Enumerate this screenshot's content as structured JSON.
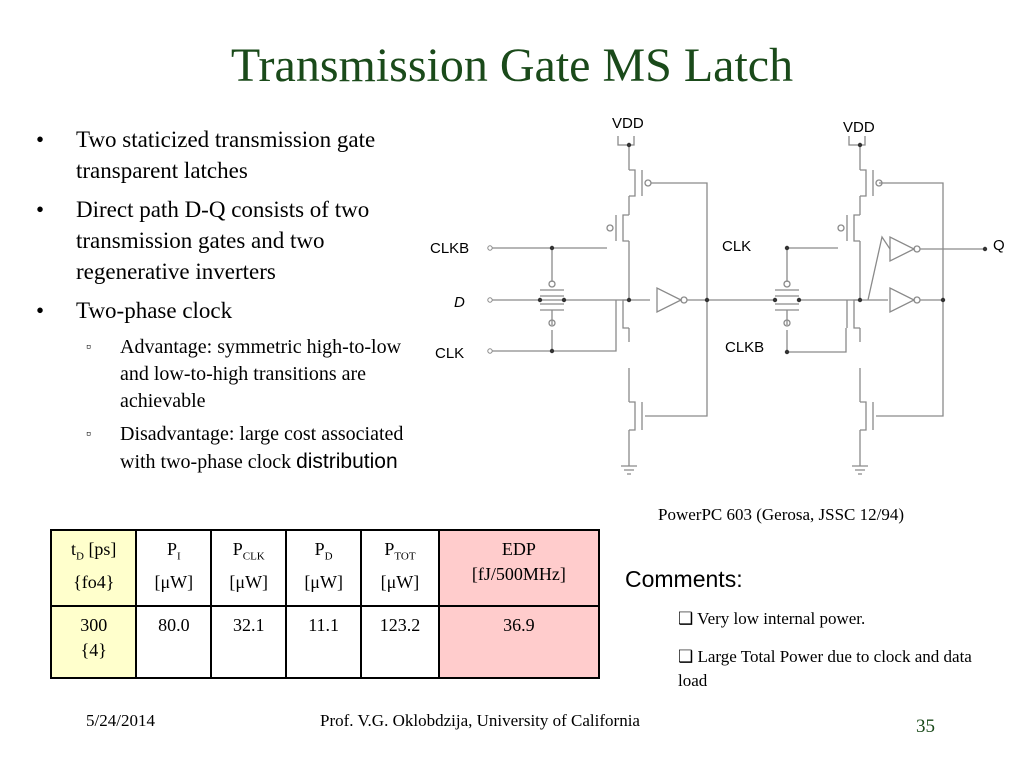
{
  "slide": {
    "title": "Transmission Gate MS Latch",
    "bullets": [
      {
        "text": "Two staticized transmission gate transparent latches"
      },
      {
        "text": "Direct path D-Q consists of two transmission gates and two regenerative inverters"
      },
      {
        "text": "Two-phase clock",
        "sub": [
          {
            "text": "Advantage: symmetric high-to-low and low-to-high transitions are achievable"
          },
          {
            "text_main": "Disadvantage: large cost associated with two-phase clock ",
            "text_end": "distribution"
          }
        ]
      }
    ],
    "bullet_glyph": "•",
    "sub_bullet_glyph": "▫",
    "circuit": {
      "labels": {
        "vdd_left": "VDD",
        "vdd_right": "VDD",
        "clkb_left": "CLKB",
        "d": "D",
        "clk_left": "CLK",
        "clk_right": "CLK",
        "clkb_right": "CLKB",
        "q": "Q"
      },
      "caption": "PowerPC 603 (Gerosa, JSSC 12/94)"
    },
    "table": {
      "header": {
        "td": {
          "main": "t",
          "sub": "D",
          "unit": " [ps]",
          "line2": "{fo4}"
        },
        "pi": {
          "main": "P",
          "sub": "I",
          "unit": "[μW]"
        },
        "pclk": {
          "main": "P",
          "sub": "CLK",
          "unit": "[μW]"
        },
        "pd": {
          "main": "P",
          "sub": "D",
          "unit": "[μW]"
        },
        "ptot": {
          "main": "P",
          "sub": "TOT",
          "unit": "[μW]"
        },
        "edp": {
          "line1": "EDP",
          "line2": "[fJ/500MHz]"
        }
      },
      "row": {
        "td": "300",
        "fo4": "{4}",
        "pi": "80.0",
        "pclk": "32.1",
        "pd": "11.1",
        "ptot": "123.2",
        "edp": "36.9"
      }
    },
    "comments": {
      "title": "Comments:",
      "items": [
        "❑ Very low internal power.",
        "❑  Large Total Power due to clock and data load"
      ]
    },
    "footer": {
      "date": "5/24/2014",
      "author": "Prof. V.G. Oklobdzija, University of California",
      "page": "35"
    },
    "colors": {
      "title": "#1a4a1a",
      "table_yellow": "#ffffcc",
      "table_pink": "#ffcccc",
      "line": "#8a8a8a"
    }
  }
}
